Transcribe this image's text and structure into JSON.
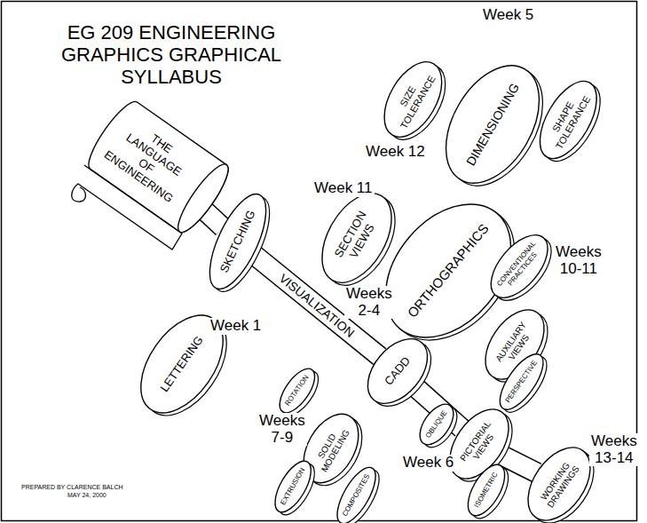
{
  "diagram": {
    "title": "EG 209 ENGINEERING GRAPHICS GRAPHICAL SYLLABUS",
    "nodes": [
      {
        "text": [
          "THE LANGUAGE OF ENGINEERING"
        ]
      },
      {
        "text": [
          "SIZE TOLERANCE"
        ]
      },
      {
        "text": [
          "DIMENSIONING"
        ]
      },
      {
        "text": [
          "SHAPE TOLERANCE"
        ]
      },
      {
        "text": [
          "SECTION VIEWS"
        ]
      },
      {
        "text": [
          "ORTHOGRAPHICS"
        ]
      },
      {
        "text": [
          "SKETCHING"
        ]
      },
      {
        "text": [
          "CONVENTIONAL PRACTICES"
        ]
      },
      {
        "text": [
          "LETTERING"
        ]
      },
      {
        "text": [
          "CADD"
        ]
      },
      {
        "text": [
          "AUXILIARY VIEWS"
        ]
      },
      {
        "text": [
          "ROTATION"
        ]
      },
      {
        "text": [
          "PERSPECTIVE"
        ]
      },
      {
        "text": [
          "SOLID MODELING"
        ]
      },
      {
        "text": [
          "OBLIQUE"
        ]
      },
      {
        "text": [
          "PICTORIAL VIEWS"
        ]
      },
      {
        "text": [
          "EXTRUSION"
        ]
      },
      {
        "text": [
          "COMPOSITES"
        ]
      },
      {
        "text": [
          "ISOMETRIC"
        ]
      },
      {
        "text": [
          "WORKING DRAWINGS"
        ]
      }
    ],
    "edges": [
      {
        "from": 0,
        "to": 6,
        "arrow": "none"
      },
      {
        "from": 6,
        "to": 9,
        "label": "VISUALIZATION",
        "arrow": "none"
      },
      {
        "from": 9,
        "to": 15,
        "arrow": "none"
      },
      {
        "from": 15,
        "to": 19,
        "arrow": "none"
      }
    ],
    "labels": [
      "Week 5",
      "Week 12",
      "Week 11",
      "Weeks 2-4",
      "Weeks 10-11",
      "Week 1",
      "Weeks 7-9",
      "Week 6",
      "Weeks 13-14",
      "PREPARED BY CLARENCE BALCH",
      "MAY 24, 2000"
    ]
  }
}
